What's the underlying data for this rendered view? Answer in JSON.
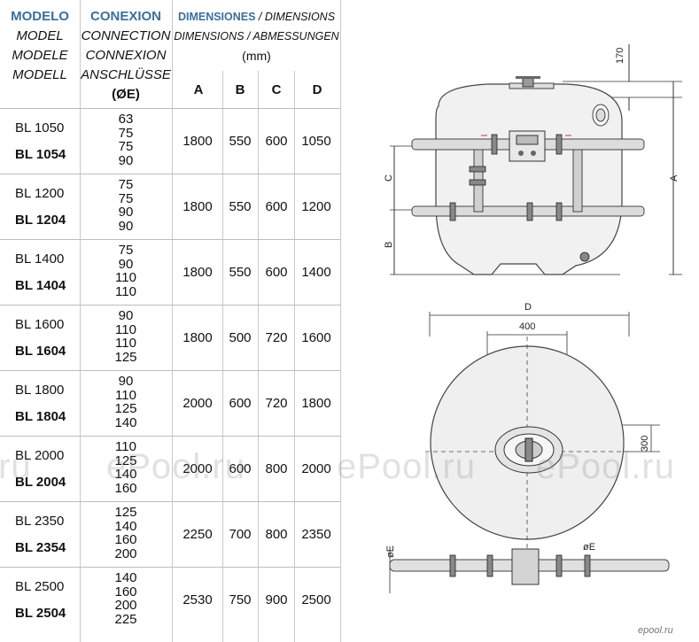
{
  "header": {
    "model": [
      "MODELO",
      "MODEL",
      "MODELE",
      "MODELL"
    ],
    "connection": [
      "CONEXION",
      "CONNECTION",
      "CONNEXION",
      "ANSCHLÜSSE",
      "(ØE)"
    ],
    "dimensions_line1_a": "DIMENSIONES",
    "dimensions_line1_b": " / DIMENSIONS",
    "dimensions_line2": "DIMENSIONS / ABMESSUNGEN",
    "unit": "(mm)",
    "cols": [
      "A",
      "B",
      "C",
      "D"
    ]
  },
  "rows": [
    {
      "m1": "BL 1050",
      "m2": "BL 1054",
      "conn": [
        "63",
        "75",
        "75",
        "90"
      ],
      "a": "1800",
      "b": "550",
      "c": "600",
      "d": "1050"
    },
    {
      "m1": "BL 1200",
      "m2": "BL 1204",
      "conn": [
        "75",
        "75",
        "90",
        "90"
      ],
      "a": "1800",
      "b": "550",
      "c": "600",
      "d": "1200"
    },
    {
      "m1": "BL 1400",
      "m2": "BL 1404",
      "conn": [
        "75",
        "90",
        "110",
        "110"
      ],
      "a": "1800",
      "b": "550",
      "c": "600",
      "d": "1400"
    },
    {
      "m1": "BL 1600",
      "m2": "BL 1604",
      "conn": [
        "90",
        "110",
        "110",
        "125"
      ],
      "a": "1800",
      "b": "500",
      "c": "720",
      "d": "1600"
    },
    {
      "m1": "BL 1800",
      "m2": "BL 1804",
      "conn": [
        "90",
        "110",
        "125",
        "140"
      ],
      "a": "2000",
      "b": "600",
      "c": "720",
      "d": "1800"
    },
    {
      "m1": "BL 2000",
      "m2": "BL 2004",
      "conn": [
        "110",
        "125",
        "140",
        "160"
      ],
      "a": "2000",
      "b": "600",
      "c": "800",
      "d": "2000"
    },
    {
      "m1": "BL 2350",
      "m2": "BL 2354",
      "conn": [
        "125",
        "140",
        "160",
        "200"
      ],
      "a": "2250",
      "b": "700",
      "c": "800",
      "d": "2350"
    },
    {
      "m1": "BL 2500",
      "m2": "BL 2504",
      "conn": [
        "140",
        "160",
        "200",
        "225"
      ],
      "a": "2530",
      "b": "750",
      "c": "900",
      "d": "2500"
    }
  ],
  "drawing": {
    "label_170": "170",
    "label_a": "A",
    "label_b": "B",
    "label_c": "C",
    "label_d": "D",
    "label_400": "400",
    "label_300": "300",
    "label_oe_left": "øE",
    "label_oe_right": "øE"
  },
  "watermark": {
    "text": "ePool.ru",
    "text_left": ".ru",
    "logo": "epool.ru"
  }
}
